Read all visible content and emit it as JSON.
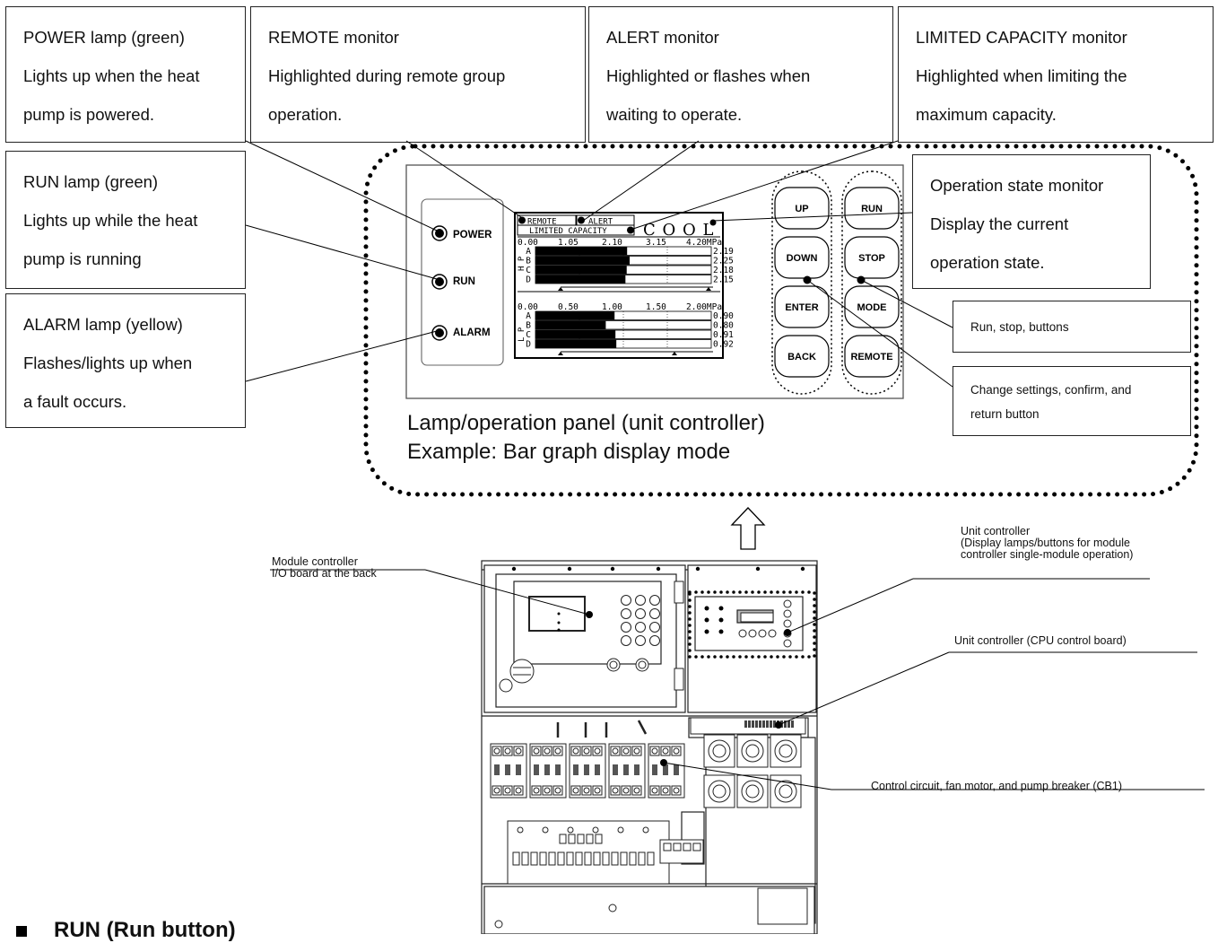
{
  "callouts": {
    "power": {
      "title": "POWER lamp (green)",
      "line1": "Lights up when the heat",
      "line2": "pump is powered."
    },
    "remote": {
      "title": "REMOTE monitor",
      "line1": "Highlighted during remote group",
      "line2": "operation."
    },
    "alert": {
      "title": "ALERT monitor",
      "line1": "Highlighted or flashes when",
      "line2": "waiting to operate."
    },
    "limited": {
      "title": "LIMITED CAPACITY monitor",
      "line1": "Highlighted when limiting the",
      "line2": "maximum capacity."
    },
    "run": {
      "title": "RUN lamp (green)",
      "line1": "Lights up while the heat",
      "line2": "pump is running"
    },
    "alarm": {
      "title": "ALARM lamp (yellow)",
      "line1": "Flashes/lights up when",
      "line2": "a fault occurs."
    },
    "opstate": {
      "title": "Operation state monitor",
      "line1": "Display the current",
      "line2": "operation state."
    },
    "runstop": {
      "title": "Run, stop, buttons"
    },
    "change": {
      "line1": "Change settings, confirm, and",
      "line2": "return button"
    }
  },
  "panel": {
    "caption1": "Lamp/operation panel (unit controller)",
    "caption2": "Example: Bar graph display mode",
    "lamps": [
      "POWER",
      "RUN",
      "ALARM"
    ],
    "left_buttons": [
      "UP",
      "DOWN",
      "ENTER",
      "BACK"
    ],
    "right_buttons": [
      "RUN",
      "STOP",
      "MODE",
      "REMOTE"
    ],
    "lcd": {
      "remote": "REMOTE",
      "alert": "ALERT",
      "state": "C O O L",
      "limited": "LIMITED CAPACITY",
      "hp_scale": [
        "0.00",
        "1.05",
        "2.10",
        "3.15",
        "4.20MPa"
      ],
      "lp_scale": [
        "0.00",
        "0.50",
        "1.00",
        "1.50",
        "2.00MPa"
      ],
      "hp_label": "H P",
      "lp_label": "L P",
      "hp_rows": [
        {
          "name": "A",
          "value": 2.19,
          "text": "2.19"
        },
        {
          "name": "B",
          "value": 2.25,
          "text": "2.25"
        },
        {
          "name": "C",
          "value": 2.18,
          "text": "2.18"
        },
        {
          "name": "D",
          "value": 2.15,
          "text": "2.15"
        }
      ],
      "lp_rows": [
        {
          "name": "A",
          "value": 0.9,
          "text": "0.90"
        },
        {
          "name": "B",
          "value": 0.8,
          "text": "0.80"
        },
        {
          "name": "C",
          "value": 0.91,
          "text": "0.91"
        },
        {
          "name": "D",
          "value": 0.92,
          "text": "0.92"
        }
      ],
      "hp_max": 4.2,
      "lp_max": 2.0
    }
  },
  "unit_labels": {
    "module1": "Module controller",
    "module2": "I/O board at the back",
    "unitctl1": "Unit controller",
    "unitctl2": "(Display lamps/buttons for module",
    "unitctl3": "controller single-module operation)",
    "cpu": "Unit controller (CPU control board)",
    "breaker": "Control circuit, fan motor, and pump breaker (CB1)"
  },
  "bottom_heading": "RUN (Run button)"
}
